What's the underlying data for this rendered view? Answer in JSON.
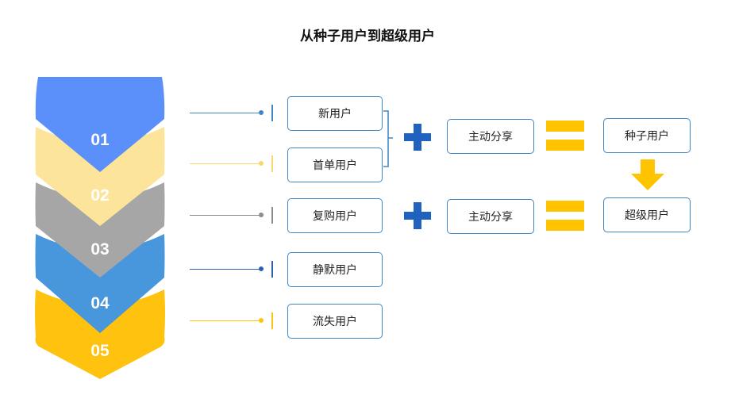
{
  "title": "从种子用户到超级用户",
  "layers": [
    {
      "num": "01",
      "color": "#5b8ff9",
      "connector_color": "#3f86c6"
    },
    {
      "num": "02",
      "color": "#fde49b",
      "connector_color": "#f9d76c"
    },
    {
      "num": "03",
      "color": "#a6a6a6",
      "connector_color": "#8c8c8c"
    },
    {
      "num": "04",
      "color": "#4896dc",
      "connector_color": "#2f5fb3"
    },
    {
      "num": "05",
      "color": "#ffc20e",
      "connector_color": "#ffc20e"
    }
  ],
  "user_types": [
    "新用户",
    "首单用户",
    "复购用户",
    "静默用户",
    "流失用户"
  ],
  "equations": [
    {
      "action": "主动分享",
      "result": "种子用户"
    },
    {
      "action": "主动分享",
      "result": "超级用户"
    }
  ],
  "colors": {
    "box_border": "#3f86c6",
    "plus": "#1f63bf",
    "equals": "#ffc300",
    "arrow": "#ffc300",
    "bracket": "#3f86c6"
  },
  "icons": {
    "plus": "plus-icon",
    "equals": "equals-icon",
    "arrow": "arrow-down-icon"
  }
}
